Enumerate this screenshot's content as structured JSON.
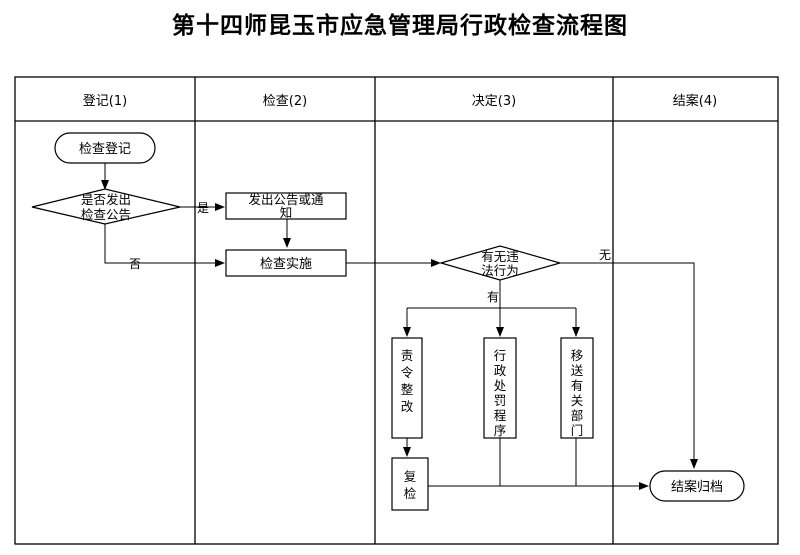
{
  "title": "第十四师昆玉市应急管理局行政检查流程图",
  "lanes": [
    {
      "label": "登记(1)"
    },
    {
      "label": "检查(2)"
    },
    {
      "label": "决定(3)"
    },
    {
      "label": "结案(4)"
    }
  ],
  "nodes": {
    "start": "检查登记",
    "decision_notice": [
      "是否发出",
      "检查公告"
    ],
    "issue_notice": [
      "发出公告或通",
      "知"
    ],
    "inspection": "检查实施",
    "decision_violation": [
      "有无违",
      "法行为"
    ],
    "rectify": [
      "责",
      "令",
      "整",
      "改"
    ],
    "penalty": [
      "行",
      "政",
      "处",
      "罚",
      "程",
      "序"
    ],
    "transfer": [
      "移",
      "送",
      "有",
      "关",
      "部",
      "门"
    ],
    "recheck": [
      "复",
      "检"
    ],
    "close": "结案归档"
  },
  "edge_labels": {
    "yes": "是",
    "no": "否",
    "none": "无",
    "has": "有"
  }
}
